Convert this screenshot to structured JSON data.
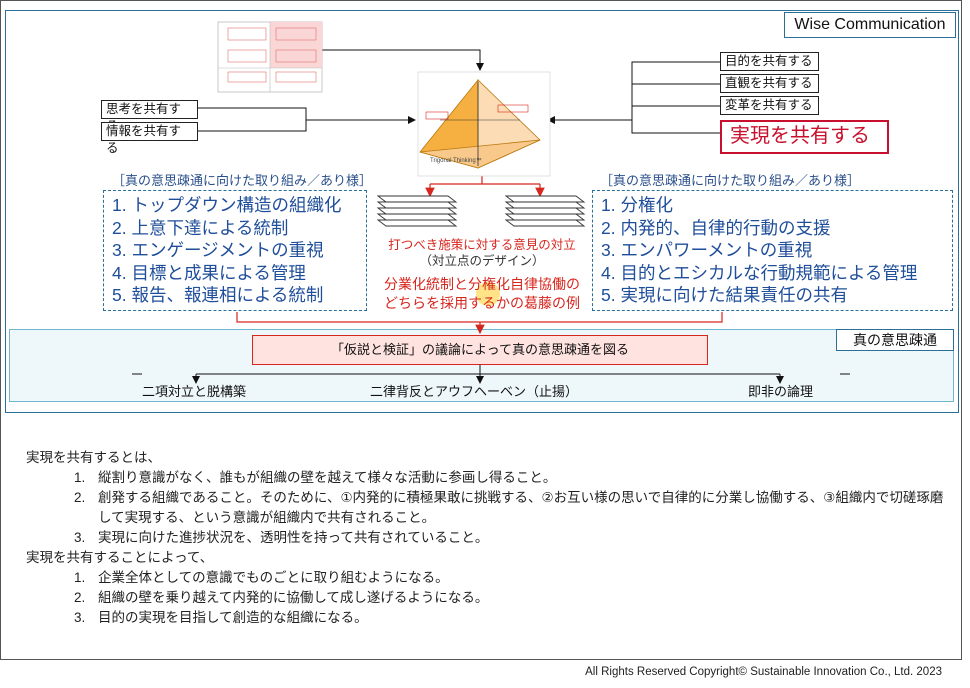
{
  "brand": "Wise Communication",
  "left_inputs": [
    "思考を共有する",
    "情報を共有する"
  ],
  "right_inputs": [
    "目的を共有する",
    "直観を共有する",
    "変革を共有する"
  ],
  "highlight": "実現を共有する",
  "left_panel": {
    "caption": "［真の意思疎通に向けた取り組み／あり様］",
    "items": [
      "1. トップダウン構造の組織化",
      "2. 上意下達による統制",
      "3. エンゲージメントの重視",
      "4. 目標と成果による管理",
      "5. 報告、報連相による統制"
    ]
  },
  "right_panel": {
    "caption": "［真の意思疎通に向けた取り組み／あり様］",
    "items": [
      "1. 分権化",
      "2. 内発的、自律的行動の支援",
      "3. エンパワーメントの重視",
      "4. 目的とエシカルな行動規範による管理",
      "5. 実現に向けた結果責任の共有"
    ]
  },
  "center_note": {
    "line1": "打つべき施策に対する意見の対立",
    "line2": "（対立点のデザイン）",
    "line3": "分業化統制と分権化自律協働の",
    "line4": "どちらを採用するかの葛藤の例"
  },
  "diagram_caption": "Trigonal Thinking™",
  "true_communication": "真の意思疎通",
  "center_bar": "「仮説と検証」の議論によって真の意思疎通を図る",
  "bottom_labels": [
    "二項対立と脱構築",
    "二律背反とアウフヘーベン（止揚）",
    "即非の論理"
  ],
  "body": {
    "heading1": "実現を共有するとは、",
    "list1": [
      "縦割り意識がなく、誰もが組織の壁を越えて様々な活動に参画し得ること。",
      "創発する組織であること。そのために、①内発的に積極果敢に挑戦する、②お互い様の思いで自律的に分業し協働する、③組織内で切磋琢磨して実現する、という意識が組織内で共有されること。",
      "実現に向けた進捗状況を、透明性を持って共有されていること。"
    ],
    "heading2": "実現を共有することによって、",
    "list2": [
      "企業全体としての意識でものごとに取り組むようになる。",
      "組織の壁を乗り越えて内発的に協働して成し遂げるようになる。",
      "目的の実現を目指して創造的な組織になる。"
    ]
  },
  "footer": "All Rights Reserved Copyright© Sustainable Innovation Co., Ltd. 2023"
}
